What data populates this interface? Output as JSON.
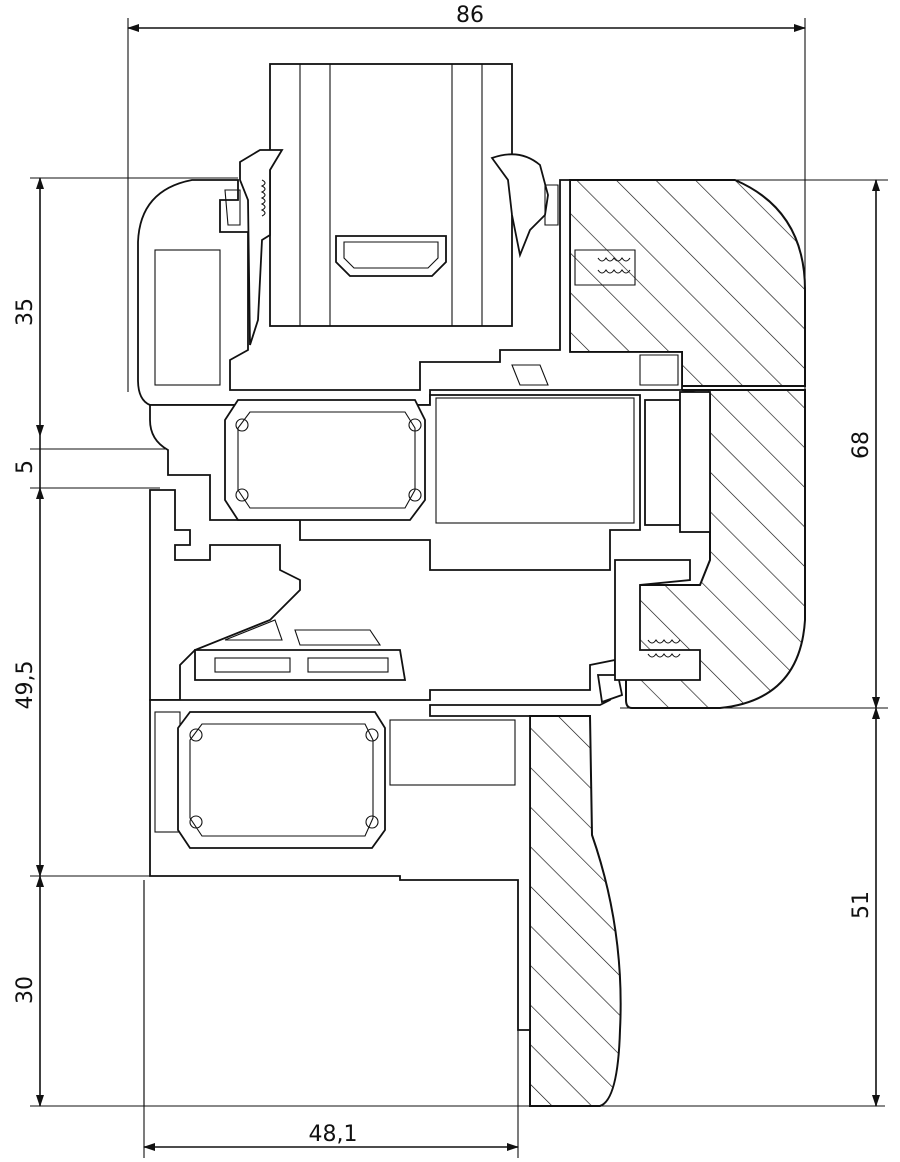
{
  "dimensions": {
    "top_width": "86",
    "left_upper": "35",
    "left_gap": "5",
    "left_middle": "49,5",
    "left_lower": "30",
    "right_upper": "68",
    "right_lower": "51",
    "bottom_width": "48,1"
  }
}
